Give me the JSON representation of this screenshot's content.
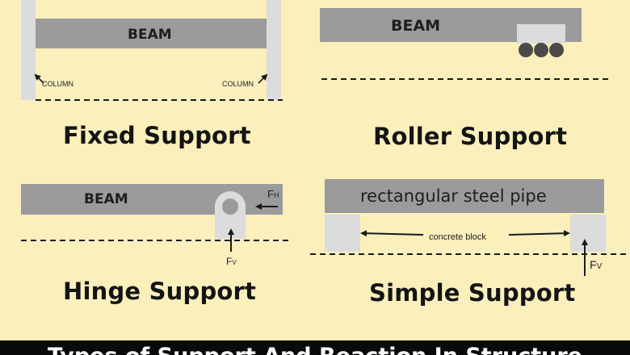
{
  "colors": {
    "background": "#fbefbc",
    "beam": "#9b9b9b",
    "support": "#dcdcdc",
    "line": "#1a1a1a",
    "banner": "#0a0a0a"
  },
  "fixed": {
    "beam_label": "BEAM",
    "column_left": "COLUMN",
    "column_right": "COLUMN",
    "title": "Fixed Support"
  },
  "roller": {
    "beam_label": "BEAM",
    "title": "Roller Support"
  },
  "hinge": {
    "beam_label": "BEAM",
    "fh_label": "F",
    "fh_sub": "H",
    "fv_label": "F",
    "fv_sub": "V",
    "title": "Hinge Support"
  },
  "simple": {
    "beam_label": "rectangular steel pipe",
    "block_label": "concrete block",
    "fv_label": "F",
    "fv_sub": "V",
    "title": "Simple Support"
  },
  "banner": {
    "text": "Types of Support And Reaction In Structure"
  }
}
